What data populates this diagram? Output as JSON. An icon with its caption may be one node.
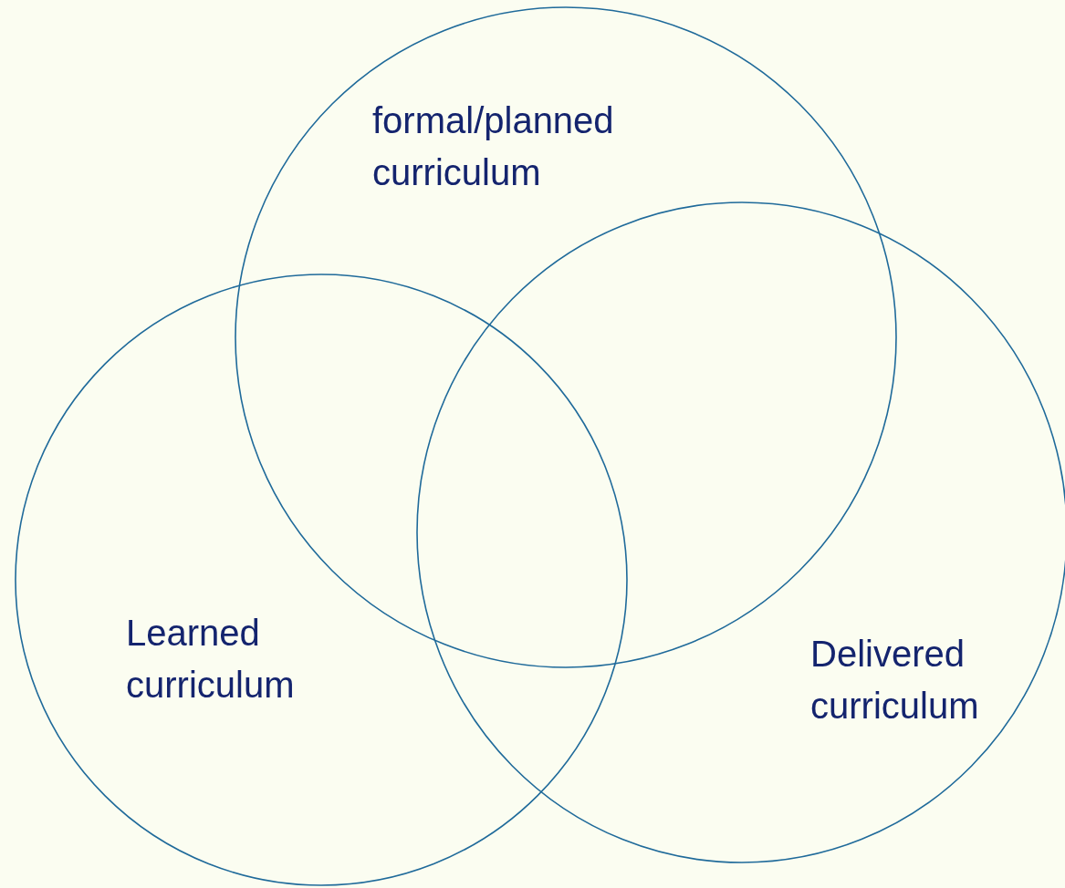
{
  "diagram": {
    "nodes": [
      {
        "text": [
          "formal/planned curriculum"
        ]
      },
      {
        "text": [
          "Learned curriculum"
        ]
      },
      {
        "text": [
          "Delivered curriculum"
        ]
      }
    ]
  }
}
